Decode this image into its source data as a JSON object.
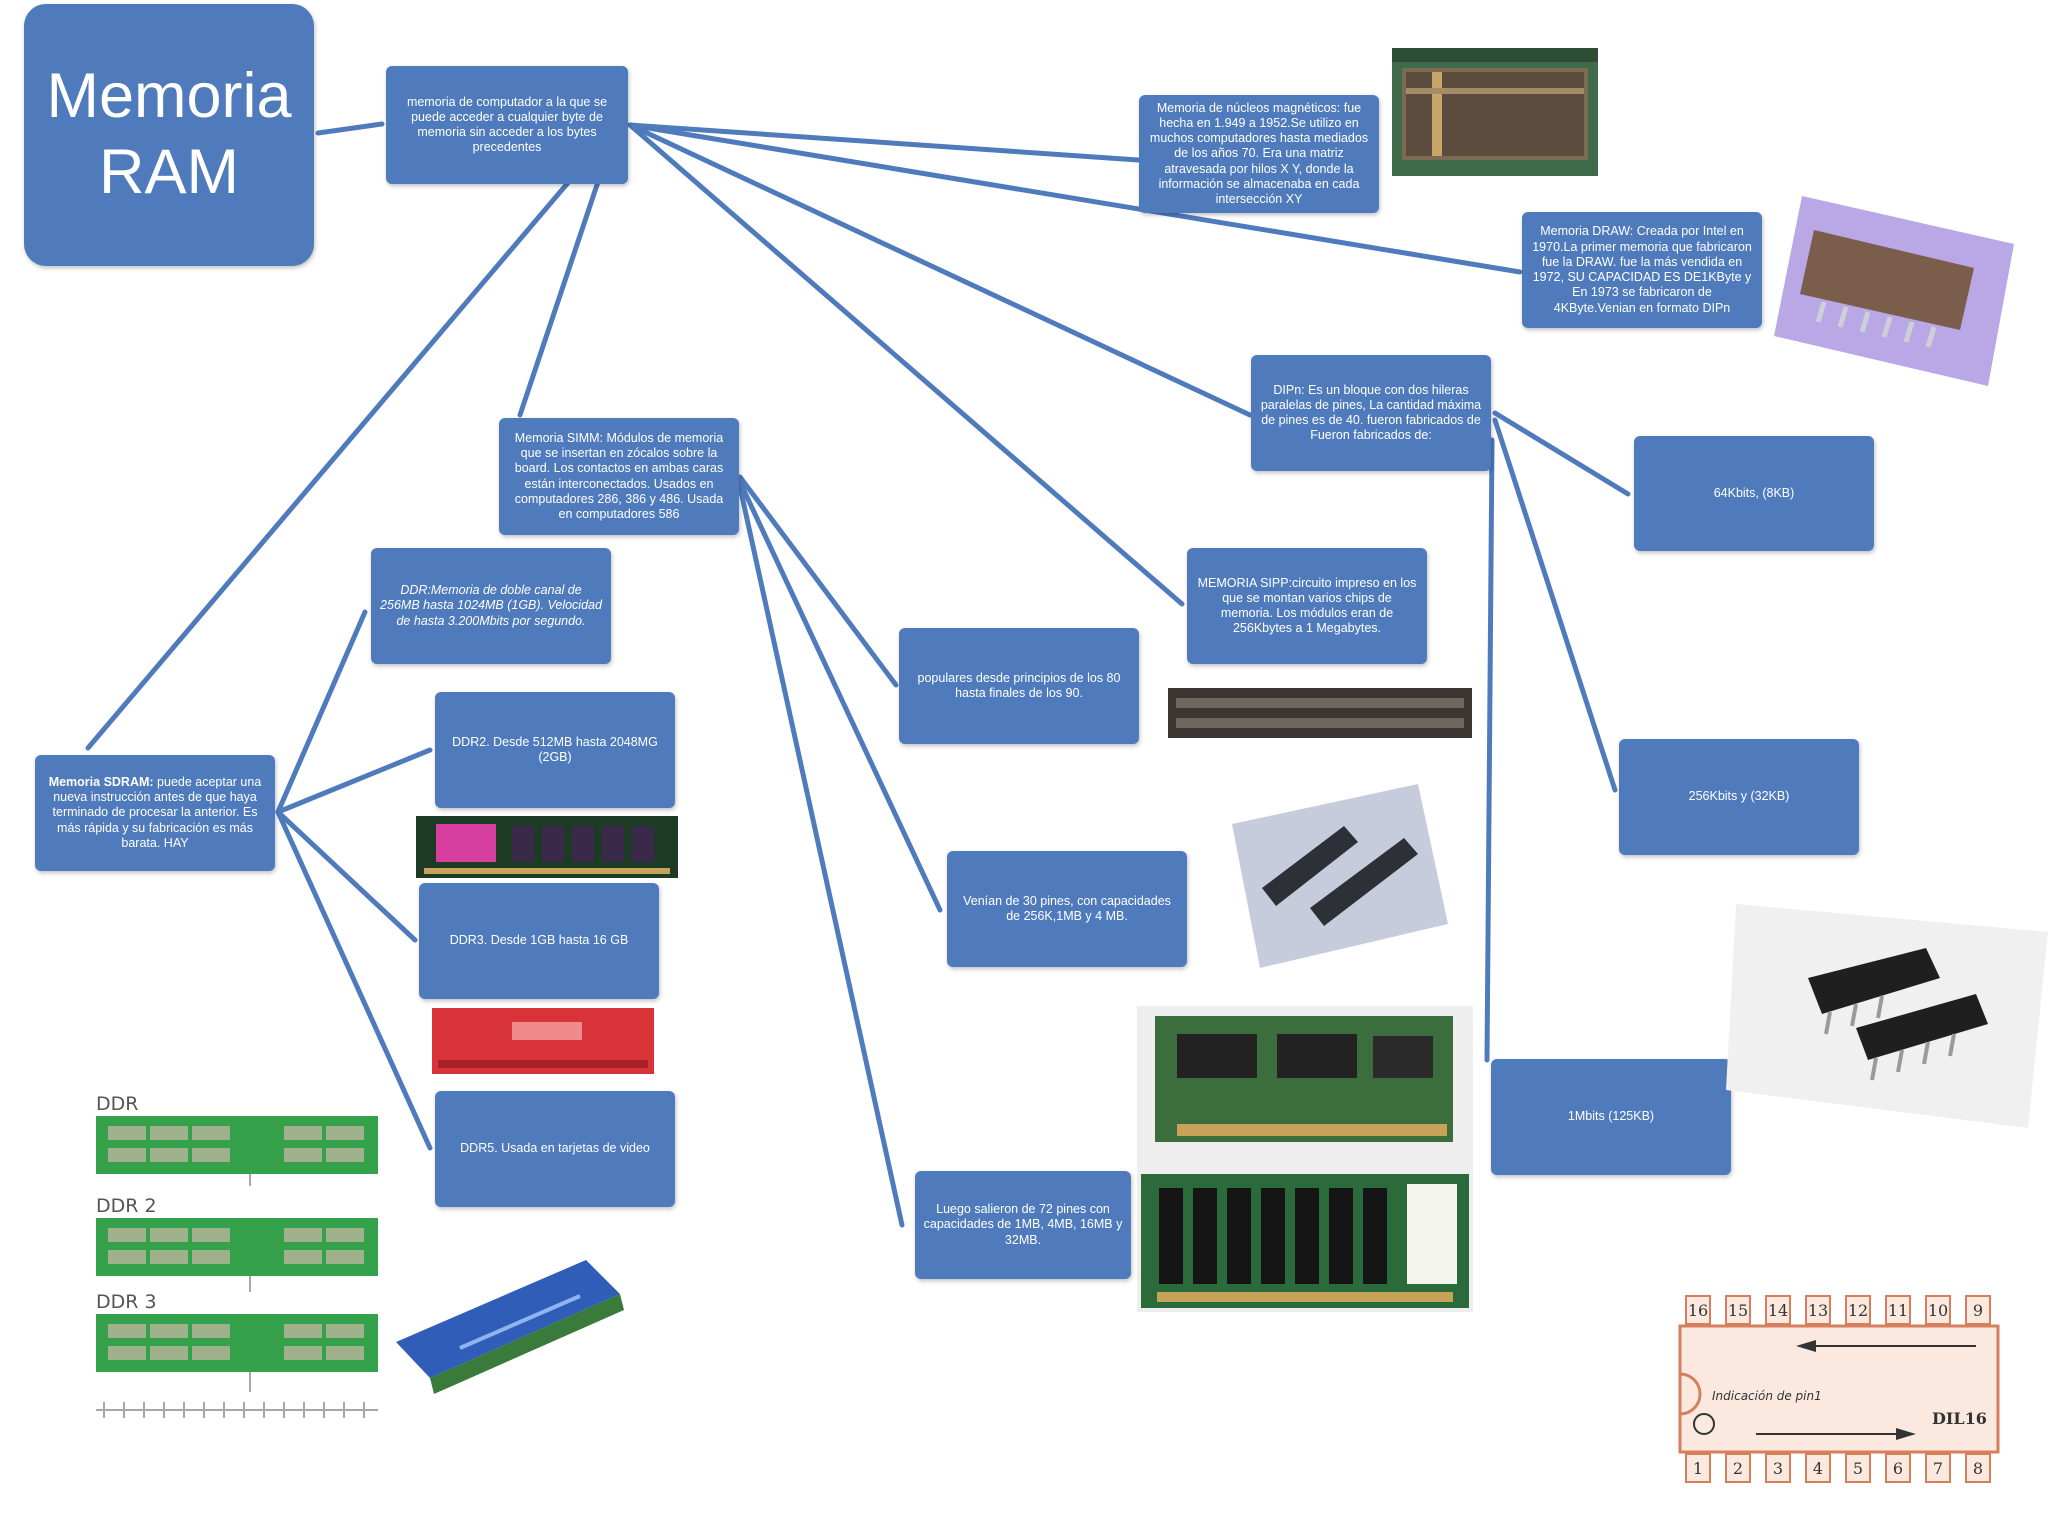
{
  "title": {
    "line1": "Memoria",
    "line2": "RAM"
  },
  "nodes": {
    "definition": "memoria de computador a la que se puede acceder a cualquier byte de memoria sin acceder a los bytes precedentes",
    "magnetic_cores": "Memoria de núcleos magnéticos: fue hecha en 1.949 a 1952.Se utilizo en muchos computadores hasta mediados de los años 70. Era una matriz atravesada por hilos X Y, donde la información se almacenaba en cada intersección XY",
    "dram": "Memoria DRAW: Creada por Intel en 1970.La primer memoria que fabricaron fue la DRAW. fue la más vendida en 1972, SU CAPACIDAD ES DE1KByte y En 1973 se fabricaron de 4KByte.Venian en formato DIPn",
    "dipn": "DIPn: Es un bloque con dos hileras paralelas de pines, La cantidad máxima de pines es de 40. fueron fabricados de Fueron fabricados de:",
    "dip_64k": "64Kbits, (8KB)",
    "dip_256k": "256Kbits y (32KB)",
    "dip_1m": "1Mbits (125KB)",
    "simm": "Memoria SIMM: Módulos de memoria que se insertan en zócalos sobre la board. Los contactos en ambas caras están interconectados. Usados en computadores 286, 386 y 486. Usada en computadores 586",
    "sipp": "MEMORIA SIPP:circuito impreso en los que se montan varios chips de memoria. Los módulos eran de 256Kbytes  a 1 Megabytes.",
    "simm_popular": "populares desde principios de los 80 hasta finales de los 90.",
    "simm_30pin": "Venían de 30 pines, con capacidades de 256K,1MB y 4 MB.",
    "simm_72pin": "Luego salieron de 72 pines con capacidades de 1MB, 4MB, 16MB y 32MB.",
    "ddr": "DDR:Memoria de doble canal de 256MB hasta 1024MB (1GB). Velocidad de hasta 3.200Mbits por segundo.",
    "ddr2": "DDR2. Desde 512MB hasta 2048MG (2GB)",
    "ddr3": "DDR3. Desde 1GB hasta 16 GB",
    "ddr5": "DDR5. Usada en tarjetas de video",
    "sdram_bold": "Memoria SDRAM:",
    "sdram_rest": " puede aceptar una nueva instrucción antes de que haya terminado de procesar la anterior. Es más rápida y su fabricación es más barata. HAY"
  },
  "images": {
    "ddr_diagram": {
      "labels": [
        "DDR",
        "DDR 2",
        "DDR 3"
      ]
    },
    "dil16": {
      "top_pins": [
        "16",
        "15",
        "14",
        "13",
        "12",
        "11",
        "10",
        "9"
      ],
      "bottom_pins": [
        "1",
        "2",
        "3",
        "4",
        "5",
        "6",
        "7",
        "8"
      ],
      "caption": "Indicación de pin1",
      "label": "DIL16"
    }
  },
  "colors": {
    "box": "#4f7bbd",
    "line": "#4f7bbd"
  }
}
